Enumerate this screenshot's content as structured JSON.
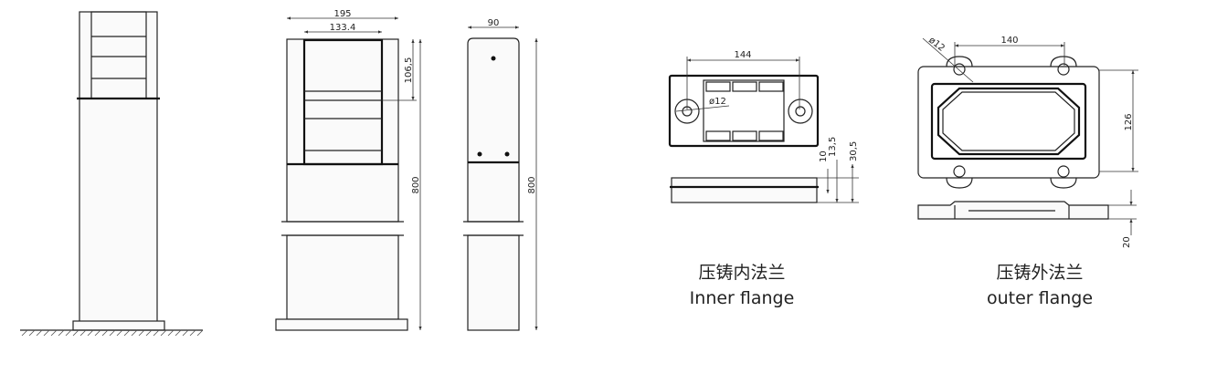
{
  "front_view": {
    "width": "195",
    "panel_width": "133.4",
    "panel_height": "106,5",
    "height": "800"
  },
  "side_view": {
    "width": "90",
    "height": "800"
  },
  "inner_flange": {
    "hole_spacing": "144",
    "hole_dia": "ø12",
    "dim_a": "10",
    "dim_b": "13,5",
    "dim_c": "30,5",
    "caption_cn": "压铸内法兰",
    "caption_en": "Inner flange"
  },
  "outer_flange": {
    "hole_spacing": "140",
    "hole_dia": "ø12",
    "height": "126",
    "thickness": "20",
    "caption_cn": "压铸外法兰",
    "caption_en": "outer flange"
  }
}
